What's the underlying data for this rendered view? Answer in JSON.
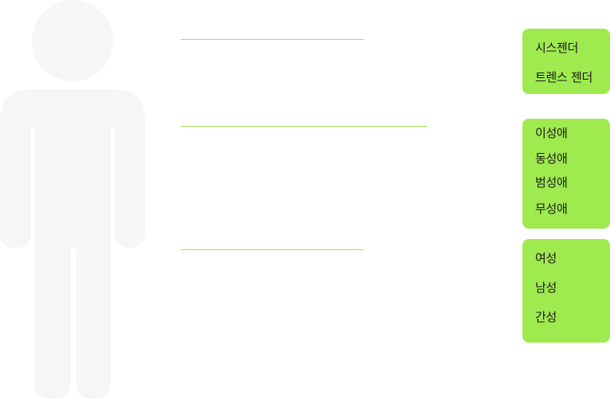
{
  "colors": {
    "accent_box": "#9fea4f",
    "leader_line": "#a3e54f",
    "figure_fill": "#f5f6f6",
    "text": "#1a1a1a"
  },
  "figure": {
    "icon": "person-silhouette-icon"
  },
  "groups": [
    {
      "key": "gender",
      "terms": [
        "시스젠더",
        "트렌스 젠더"
      ]
    },
    {
      "key": "orientation",
      "terms": [
        "이성애",
        "동성애",
        "범성애",
        "무성애"
      ]
    },
    {
      "key": "sex",
      "terms": [
        "여성",
        "남성",
        "간성"
      ]
    }
  ]
}
